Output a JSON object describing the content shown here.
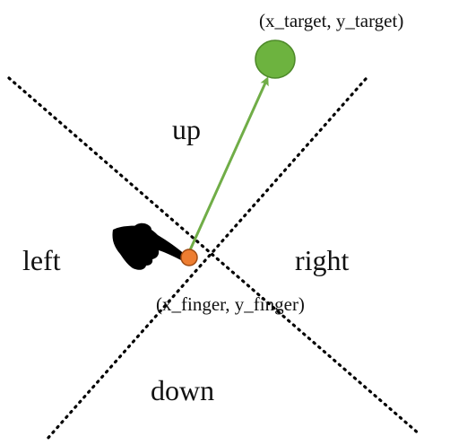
{
  "regions": {
    "up": "up",
    "down": "down",
    "left": "left",
    "right": "right"
  },
  "points": {
    "target_label": "(x_target, y_target)",
    "finger_label": "(x_finger, y_finger)"
  },
  "colors": {
    "target": "#6db33f",
    "target_stroke": "#4e8a2a",
    "finger": "#ed7d31",
    "finger_stroke": "#9e4a13",
    "arrow": "#70ad47",
    "divider": "#000000",
    "hand": "#000000"
  },
  "icons": {
    "hand": "pointing-hand-icon",
    "finger_point": "finger-point-icon",
    "target_point": "target-point-icon"
  }
}
